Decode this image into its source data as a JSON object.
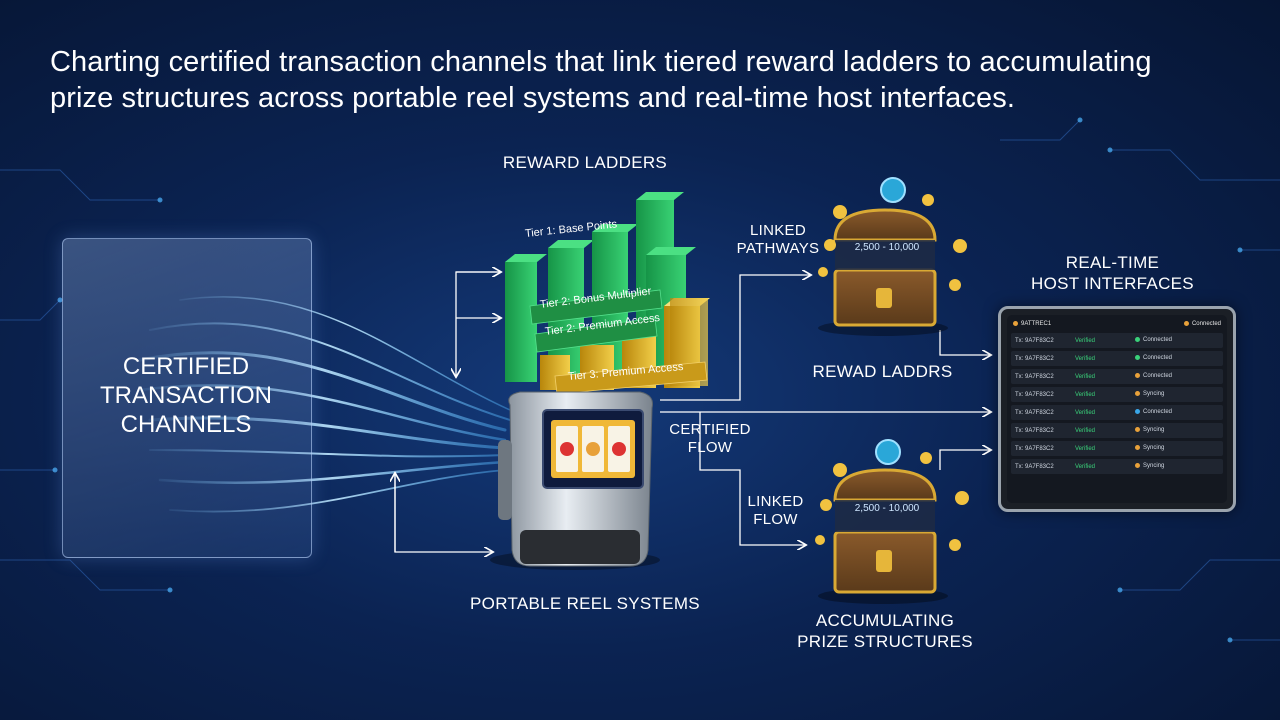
{
  "headline": {
    "line1": "Charting certified transaction channels that link tiered reward ladders to accumulating",
    "line2": "prize structures across portable reel systems and real-time host interfaces."
  },
  "channels": {
    "line1": "CERTIFIED",
    "line2": "TRANSACTION",
    "line3": "CHANNELS"
  },
  "reward_ladders": {
    "title": "REWARD LADDERS",
    "tier1": "Tier 1: Base Points",
    "tier2a": "Tier 2: Bonus Multiplier",
    "tier2b": "Tier 2: Premium Access",
    "tier3": "Tier 3: Premium Access"
  },
  "reel_system": {
    "title": "PORTABLE REEL SYSTEMS"
  },
  "flow_labels": {
    "linked_pathways_1": "LINKED",
    "linked_pathways_2": "PATHWAYS",
    "certified_flow_1": "CERTIFIED",
    "certified_flow_2": "FLOW",
    "linked_flow_1": "LINKED",
    "linked_flow_2": "FLOW"
  },
  "chest_top": {
    "amount": "2,500 - 10,000",
    "caption": "REWAD LADDRS"
  },
  "chest_bottom": {
    "amount": "2,500 - 10,000",
    "caption_1": "ACCUMULATING",
    "caption_2": "PRIZE STRUCTURES"
  },
  "host": {
    "title_1": "REAL-TIME",
    "title_2": "HOST INTERFACES",
    "header_left": "9ATTREC1",
    "header_right": "Connected",
    "rows": [
      {
        "tx": "Tx: 9A7F83C2",
        "status": "Verified",
        "state": "Connected",
        "dot": "#3ad17a"
      },
      {
        "tx": "Tx: 9A7F83C2",
        "status": "Verified",
        "state": "Connected",
        "dot": "#3ad17a"
      },
      {
        "tx": "Tx: 9A7F83C2",
        "status": "Verified",
        "state": "Connected",
        "dot": "#e8a13a"
      },
      {
        "tx": "Tx: 9A7F83C2",
        "status": "Verified",
        "state": "Syncing",
        "dot": "#e8a13a"
      },
      {
        "tx": "Tx: 9A7F83C2",
        "status": "Verified",
        "state": "Connected",
        "dot": "#3aa7e8"
      },
      {
        "tx": "Tx: 9A7F83C2",
        "status": "Verified",
        "state": "Syncing",
        "dot": "#e8a13a"
      },
      {
        "tx": "Tx: 9A7F83C2",
        "status": "Verified",
        "state": "Syncing",
        "dot": "#e8a13a"
      },
      {
        "tx": "Tx: 9A7F83C2",
        "status": "Verified",
        "state": "Syncing",
        "dot": "#e8a13a"
      }
    ]
  },
  "colors": {
    "background": "#0b2352",
    "accent_blue": "#4fb6ff",
    "ladder_green": "#22b45a",
    "ladder_gold": "#e2b531",
    "status_green": "#3ad17a"
  }
}
